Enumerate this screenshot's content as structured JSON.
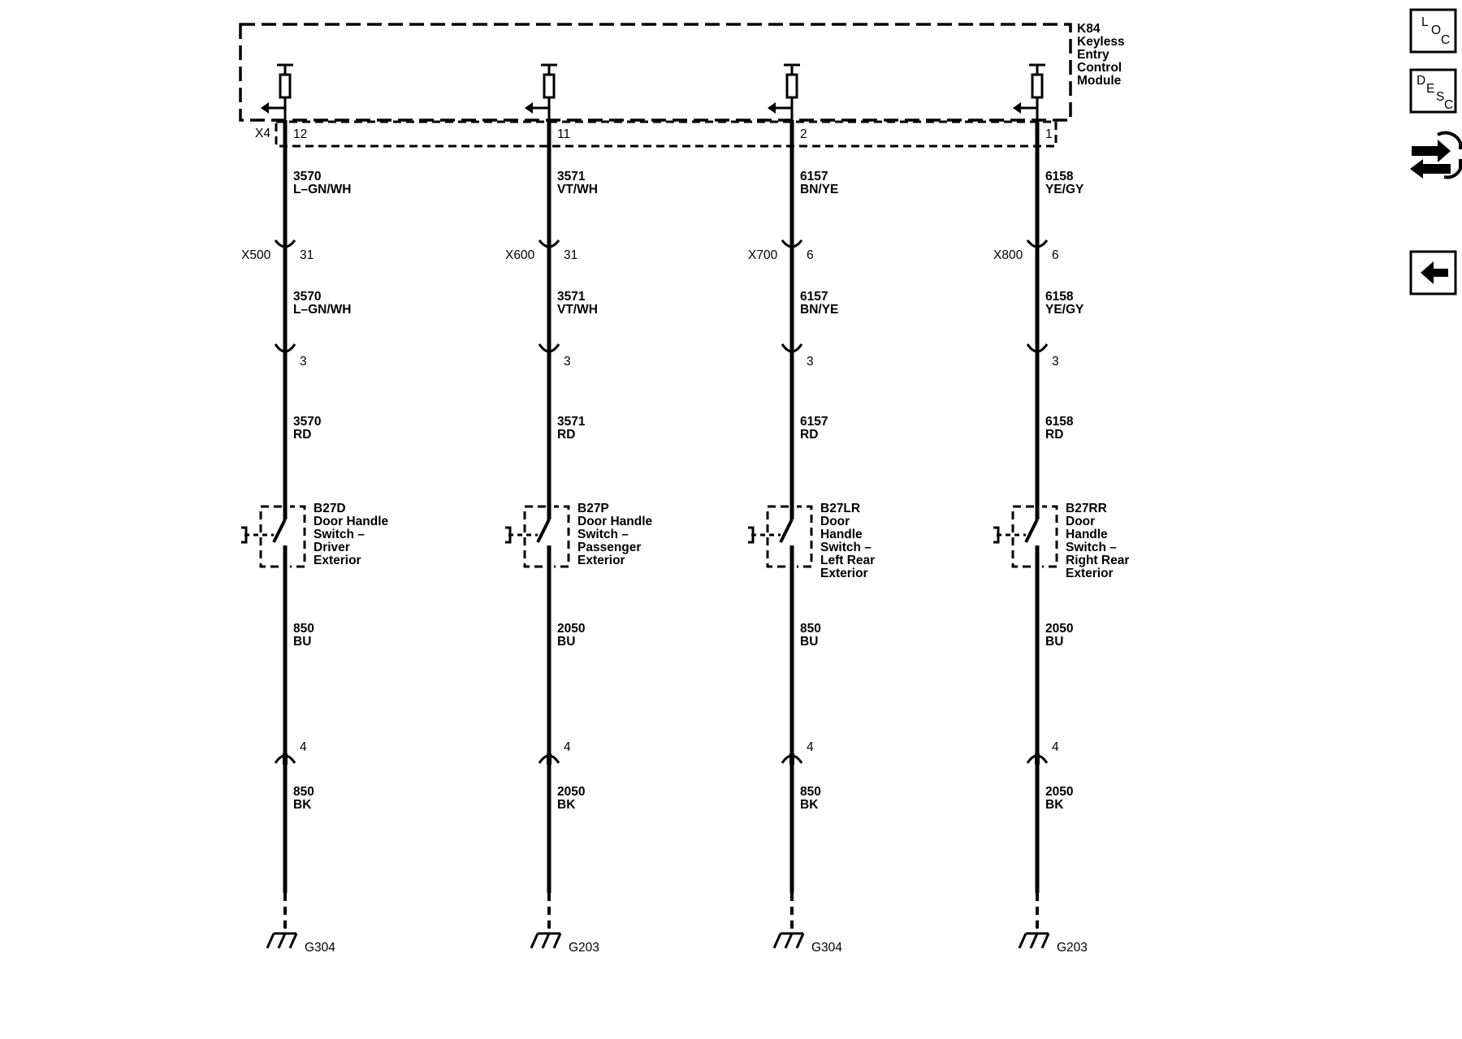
{
  "module": {
    "name_lines": [
      "K84",
      "Keyless",
      "Entry",
      "Control",
      "Module"
    ],
    "connector": "X4"
  },
  "circuits": [
    {
      "module_pin": "12",
      "seg1": {
        "circuit": "3570",
        "color": "L–GN/WH"
      },
      "inline_connector": {
        "name": "X500",
        "pin": "31"
      },
      "seg2": {
        "circuit": "3570",
        "color": "L–GN/WH"
      },
      "switch_pin": "3",
      "seg3": {
        "circuit": "3570",
        "color": "RD"
      },
      "switch_lines": [
        "B27D",
        "Door Handle",
        "Switch –",
        "Driver",
        "Exterior"
      ],
      "seg4": {
        "circuit": "850",
        "color": "BU"
      },
      "ground_pin": "4",
      "seg5": {
        "circuit": "850",
        "color": "BK"
      },
      "ground": "G304"
    },
    {
      "module_pin": "11",
      "seg1": {
        "circuit": "3571",
        "color": "VT/WH"
      },
      "inline_connector": {
        "name": "X600",
        "pin": "31"
      },
      "seg2": {
        "circuit": "3571",
        "color": "VT/WH"
      },
      "switch_pin": "3",
      "seg3": {
        "circuit": "3571",
        "color": "RD"
      },
      "switch_lines": [
        "B27P",
        "Door Handle",
        "Switch –",
        "Passenger",
        "Exterior"
      ],
      "seg4": {
        "circuit": "2050",
        "color": "BU"
      },
      "ground_pin": "4",
      "seg5": {
        "circuit": "2050",
        "color": "BK"
      },
      "ground": "G203"
    },
    {
      "module_pin": "2",
      "seg1": {
        "circuit": "6157",
        "color": "BN/YE"
      },
      "inline_connector": {
        "name": "X700",
        "pin": "6"
      },
      "seg2": {
        "circuit": "6157",
        "color": "BN/YE"
      },
      "switch_pin": "3",
      "seg3": {
        "circuit": "6157",
        "color": "RD"
      },
      "switch_lines": [
        "B27LR",
        "Door",
        "Handle",
        "Switch –",
        "Left Rear",
        "Exterior"
      ],
      "seg4": {
        "circuit": "850",
        "color": "BU"
      },
      "ground_pin": "4",
      "seg5": {
        "circuit": "850",
        "color": "BK"
      },
      "ground": "G304"
    },
    {
      "module_pin": "1",
      "seg1": {
        "circuit": "6158",
        "color": "YE/GY"
      },
      "inline_connector": {
        "name": "X800",
        "pin": "6"
      },
      "seg2": {
        "circuit": "6158",
        "color": "YE/GY"
      },
      "switch_pin": "3",
      "seg3": {
        "circuit": "6158",
        "color": "RD"
      },
      "switch_lines": [
        "B27RR",
        "Door",
        "Handle",
        "Switch –",
        "Right Rear",
        "Exterior"
      ],
      "seg4": {
        "circuit": "2050",
        "color": "BU"
      },
      "ground_pin": "4",
      "seg5": {
        "circuit": "2050",
        "color": "BK"
      },
      "ground": "G203"
    }
  ],
  "side_buttons": {
    "loc": {
      "letters": [
        "L",
        "O",
        "C"
      ],
      "icon": "loc-icon"
    },
    "desc": {
      "letters": [
        "D",
        "E",
        "S",
        "C"
      ],
      "icon": "desc-icon"
    },
    "connector_icon": "connector-end-view-icon",
    "back_icon": "back-arrow-icon"
  }
}
